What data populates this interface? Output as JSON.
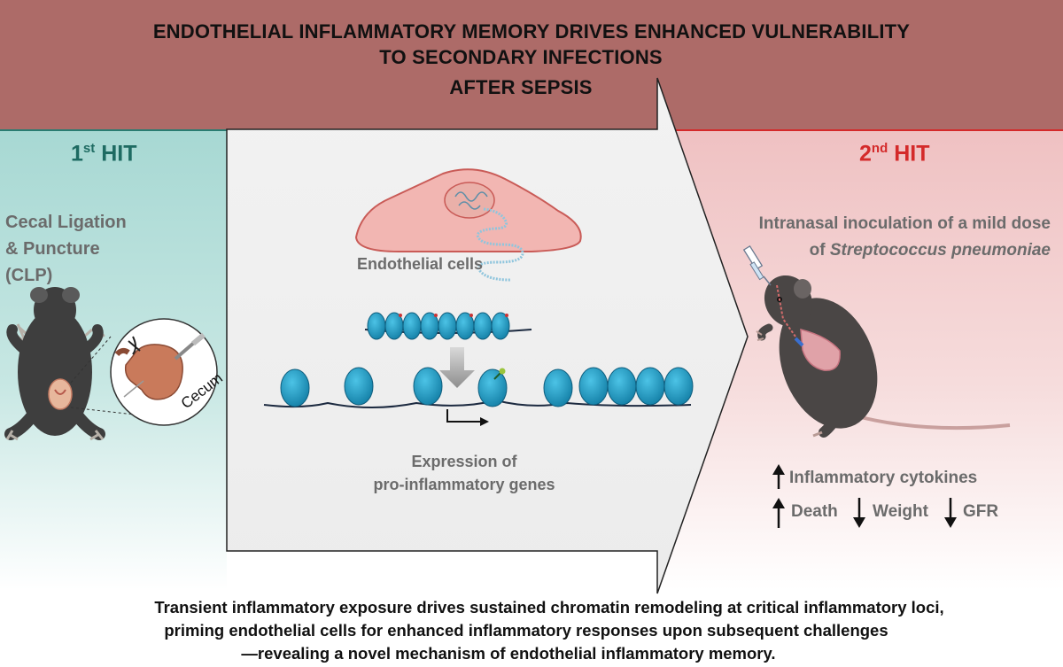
{
  "title": {
    "line1": "ENDOTHELIAL INFLAMMATORY MEMORY DRIVES ENHANCED VULNERABILITY",
    "line2": "TO SECONDARY INFECTIONS",
    "line3": "AFTER SEPSIS"
  },
  "first_hit": {
    "num": "1",
    "sup": "st",
    "word": "HIT",
    "label_line1": "Cecal Ligation",
    "label_line2": "& Puncture",
    "label_line3": "(CLP)",
    "cecum_label": "Cecum"
  },
  "middle": {
    "cell_label": "Endothelial cells",
    "expression_line1": "Expression of",
    "expression_line2": "pro-inflammatory genes"
  },
  "second_hit": {
    "num": "2",
    "sup": "nd",
    "word": "HIT",
    "inoc_line1": "Intranasal inoculation of a mild dose",
    "inoc_line2_prefix": "of ",
    "inoc_line2_italic": "Streptococcus pneumoniae",
    "outcome1": "Inflammatory cytokines",
    "outcome2": "Death",
    "outcome3": "Weight",
    "outcome4": "GFR",
    "up_arrow": "↑",
    "down_arrow": "↓"
  },
  "footer": {
    "line1": "Transient inflammatory exposure drives sustained chromatin remodeling at critical inflammatory loci,",
    "line2": "priming endothelial cells for enhanced inflammatory responses upon subsequent challenges",
    "line3": "—revealing a novel mechanism of endothelial inflammatory memory."
  },
  "colors": {
    "banner": "#ad6b68",
    "left_panel": "#a9d9d4",
    "right_panel": "#f0c3c4",
    "arrow_body": "#efefef",
    "first_hit_text": "#1e6b62",
    "second_hit_text": "#d42a2a",
    "nucleosome": "#1aa3cc"
  }
}
